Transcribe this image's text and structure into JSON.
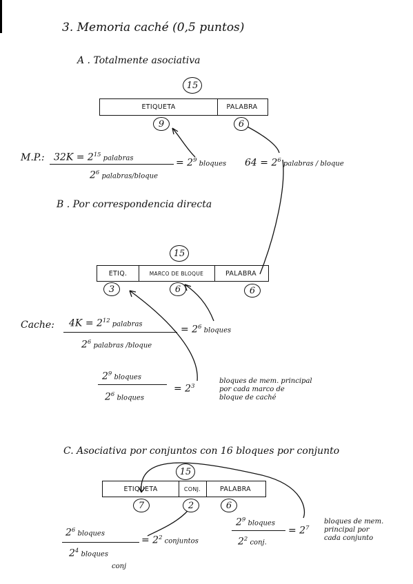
{
  "heading": "3. Memoria caché (0,5 puntos)",
  "partA": {
    "title": "A . Totalmente asociativa",
    "total_bits": "15",
    "fields": [
      "ETIQUETA",
      "PALABRA"
    ],
    "field_bits": [
      "9",
      "6"
    ],
    "mp_label": "M.P.:",
    "mp_num": "32K = 2",
    "mp_num_exp": "15",
    "mp_num_unit": " palabras",
    "mp_den": "2",
    "mp_den_exp": "6",
    "mp_den_unit": " palabras/bloque",
    "mp_result": "= 2",
    "mp_result_exp": "9",
    "mp_result_unit": " bloques",
    "block_size": "64 = 2",
    "block_size_exp": "6",
    "block_size_unit": " palabras / bloque"
  },
  "partB": {
    "title": "B . Por correspondencia directa",
    "total_bits": "15",
    "fields": [
      "ETIQ.",
      "MARCO DE BLOQUE",
      "PALABRA"
    ],
    "field_bits": [
      "3",
      "6",
      "6"
    ],
    "cache_label": "Cache:",
    "cache_num": "4K = 2",
    "cache_num_exp": "12",
    "cache_num_unit": " palabras",
    "cache_den": "2",
    "cache_den_exp": "6",
    "cache_den_unit": " palabras /bloque",
    "cache_result": "= 2",
    "cache_result_exp": "6",
    "cache_result_unit": " bloques",
    "ratio_num": "2",
    "ratio_num_exp": "9",
    "ratio_num_unit": " bloques",
    "ratio_den": "2",
    "ratio_den_exp": "6",
    "ratio_den_unit": " bloques",
    "ratio_result": "= 2",
    "ratio_result_exp": "3",
    "ratio_note": [
      "bloques de mem. principal",
      "por cada marco de",
      "bloque de caché"
    ]
  },
  "partC": {
    "title": "C. Asociativa por conjuntos con 16 bloques por conjunto",
    "total_bits": "15",
    "fields": [
      "ETIQUETA",
      "CONJ.",
      "PALABRA"
    ],
    "field_bits": [
      "7",
      "2",
      "6"
    ],
    "sets_num": "2",
    "sets_num_exp": "6",
    "sets_num_unit": " bloques",
    "sets_den": "2",
    "sets_den_exp": "4",
    "sets_den_unit": " bloques",
    "sets_den_unit2": "conj",
    "sets_result": "= 2",
    "sets_result_exp": "2",
    "sets_result_unit": " conjuntos",
    "ratio_num": "2",
    "ratio_num_exp": "9",
    "ratio_num_unit": " bloques",
    "ratio_den": "2",
    "ratio_den_exp": "2",
    "ratio_den_unit": " conj.",
    "ratio_result": "= 2",
    "ratio_result_exp": "7",
    "ratio_note": [
      "bloques de mem.",
      "principal por",
      "cada conjunto"
    ]
  }
}
